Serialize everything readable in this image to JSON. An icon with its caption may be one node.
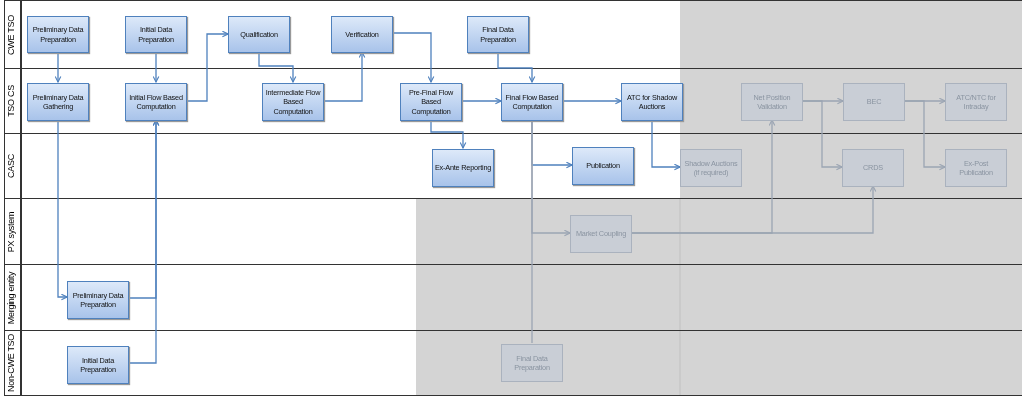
{
  "diagram": {
    "nodes": [
      {
        "text": [
          "CWE TSO"
        ]
      },
      {
        "text": [
          "Preliminary Data Preparation"
        ],
        "in": 0
      },
      {
        "text": [
          "Initial Data Preparation"
        ],
        "in": 0
      },
      {
        "text": [
          "Qualification"
        ],
        "in": 0
      },
      {
        "text": [
          "Verification"
        ],
        "in": 0
      },
      {
        "text": [
          "Final Data Preparation"
        ],
        "in": 0
      },
      {
        "text": [
          "TSO CS"
        ]
      },
      {
        "text": [
          "Preliminary Data Gathering"
        ],
        "in": 6
      },
      {
        "text": [
          "Initial Flow Based Computation"
        ],
        "in": 6
      },
      {
        "text": [
          "Intermediate Flow Based Computation"
        ],
        "in": 6
      },
      {
        "text": [
          "Pre-Final Flow Based Computation"
        ],
        "in": 6
      },
      {
        "text": [
          "Final Flow Based Computation"
        ],
        "in": 6
      },
      {
        "text": [
          "ATC for Shadow Auctions"
        ],
        "in": 6
      },
      {
        "text": [
          "Net Position Validation"
        ],
        "in": 6
      },
      {
        "text": [
          "BEC"
        ],
        "in": 6
      },
      {
        "text": [
          "ATC/NTC for Intraday"
        ],
        "in": 6
      },
      {
        "text": [
          "CASC"
        ]
      },
      {
        "text": [
          "Ex-Ante Reporting"
        ],
        "in": 16
      },
      {
        "text": [
          "Publication"
        ],
        "in": 16
      },
      {
        "text": [
          "Shadow Auctions (if required)"
        ],
        "in": 16
      },
      {
        "text": [
          "CRDS"
        ],
        "in": 16
      },
      {
        "text": [
          "Ex-Post Publication"
        ],
        "in": 16
      },
      {
        "text": [
          "PX system"
        ]
      },
      {
        "text": [
          "Market Coupling"
        ],
        "in": 22
      },
      {
        "text": [
          "Merging entity"
        ]
      },
      {
        "text": [
          "Preliminary Data Preparation"
        ],
        "in": 24
      },
      {
        "text": [
          "Non-CWE TSO"
        ]
      },
      {
        "text": [
          "Initial Data Preparation"
        ],
        "in": 26
      },
      {
        "text": [
          "Final Data Preparation"
        ],
        "in": 26
      }
    ],
    "edges": [
      {
        "from": 1,
        "to": 7,
        "arrow": "to"
      },
      {
        "from": 2,
        "to": 8,
        "arrow": "to"
      },
      {
        "from": 7,
        "to": 25,
        "arrow": "to"
      },
      {
        "from": 25,
        "to": 8,
        "arrow": "to"
      },
      {
        "from": 27,
        "to": 8,
        "arrow": "to"
      },
      {
        "from": 8,
        "to": 3,
        "arrow": "to"
      },
      {
        "from": 3,
        "to": 9,
        "arrow": "to"
      },
      {
        "from": 9,
        "to": 4,
        "arrow": "to"
      },
      {
        "from": 4,
        "to": 10,
        "arrow": "to"
      },
      {
        "from": 5,
        "to": 11,
        "arrow": "to"
      },
      {
        "from": 10,
        "to": 11,
        "arrow": "to"
      },
      {
        "from": 10,
        "to": 17,
        "arrow": "to"
      },
      {
        "from": 11,
        "to": 12,
        "arrow": "to"
      },
      {
        "from": 11,
        "to": 18,
        "arrow": "to"
      },
      {
        "from": 11,
        "to": 23,
        "arrow": "to",
        "color": "#9ba5b3"
      },
      {
        "from": 11,
        "to": 28,
        "arrow": "none",
        "color": "#9ba5b3"
      },
      {
        "from": 12,
        "to": 19,
        "arrow": "to"
      },
      {
        "from": 23,
        "to": 13,
        "arrow": "to",
        "color": "#9ba5b3"
      },
      {
        "from": 23,
        "to": 20,
        "arrow": "to",
        "color": "#9ba5b3"
      },
      {
        "from": 13,
        "to": 14,
        "arrow": "to",
        "color": "#9ba5b3"
      },
      {
        "from": 13,
        "to": 20,
        "arrow": "to",
        "color": "#9ba5b3"
      },
      {
        "from": 14,
        "to": 15,
        "arrow": "to",
        "color": "#9ba5b3"
      },
      {
        "from": 14,
        "to": 21,
        "arrow": "to",
        "color": "#9ba5b3"
      }
    ]
  }
}
